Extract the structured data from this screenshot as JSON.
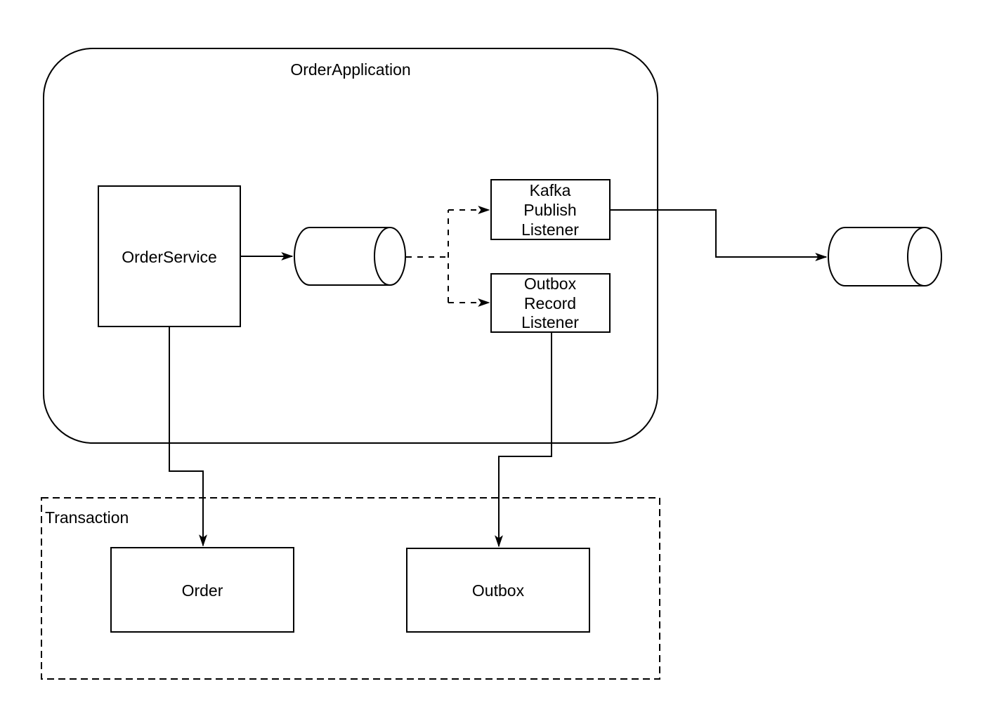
{
  "diagram": {
    "container_label": "OrderApplication",
    "transaction_label": "Transaction",
    "nodes": {
      "order_service": {
        "label": "OrderService"
      },
      "kafka_publish_listener": {
        "lines": [
          "Kafka",
          "Publish",
          "Listener"
        ]
      },
      "outbox_record_listener": {
        "lines": [
          "Outbox",
          "Record",
          "Listener"
        ]
      },
      "order": {
        "label": "Order"
      },
      "outbox": {
        "label": "Outbox"
      }
    },
    "colors": {
      "stroke": "#000000",
      "background": "#ffffff"
    }
  }
}
